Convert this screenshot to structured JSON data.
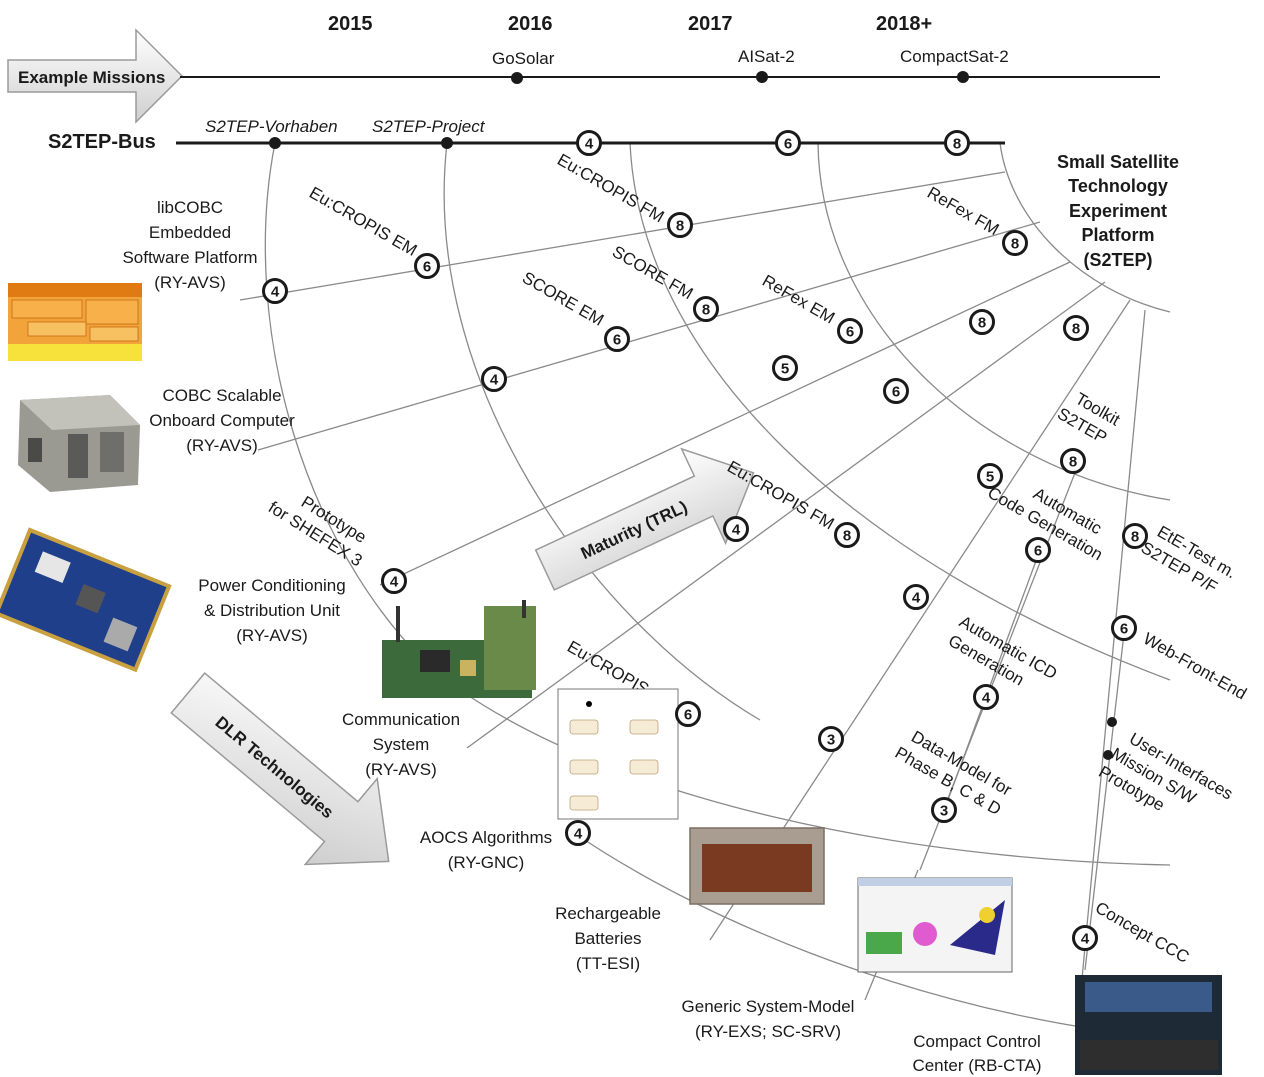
{
  "timeline": {
    "years": [
      "2015",
      "2016",
      "2017",
      "2018+"
    ],
    "example_missions_label": "Example Missions",
    "missions": [
      "GoSolar",
      "AISat-2",
      "CompactSat-2"
    ],
    "bus_label": "S2TEP-Bus",
    "bus_milestones": [
      "S2TEP-Vorhaben",
      "S2TEP-Project"
    ]
  },
  "platform": {
    "lines": [
      "Small Satellite",
      "Technology",
      "Experiment",
      "Platform",
      "(S2TEP)"
    ]
  },
  "arrows": {
    "maturity": "Maturity (TRL)",
    "dlr": "DLR Technologies"
  },
  "technologies": {
    "libcobc": [
      "libCOBC",
      "Embedded",
      "Software Platform",
      "(RY-AVS)"
    ],
    "cobc": [
      "COBC Scalable",
      "Onboard Computer",
      "(RY-AVS)"
    ],
    "prototype": [
      "Prototype",
      "for SHEFEX 3"
    ],
    "pcdu": [
      "Power Conditioning",
      "& Distribution Unit",
      "(RY-AVS)"
    ],
    "comm": [
      "Communication",
      "System",
      "(RY-AVS)"
    ],
    "aocs": [
      "AOCS Algorithms",
      "(RY-GNC)"
    ],
    "batteries": [
      "Rechargeable",
      "Batteries",
      "(TT-ESI)"
    ],
    "sysmodel": [
      "Generic System-Model",
      "(RY-EXS; SC-SRV)"
    ],
    "ccc": [
      "Compact Control",
      "Center (RB-CTA)"
    ]
  },
  "software_tools": {
    "toolkit": [
      "Toolkit",
      "S2TEP"
    ],
    "autocode": [
      "Automatic",
      "Code Generation"
    ],
    "ete": [
      "EtE-Test m.",
      "S2TEP P/F"
    ],
    "webfront": "Web-Front-End",
    "autoicd": [
      "Automatic ICD",
      "Generation"
    ],
    "datamodel": [
      "Data-Model for",
      "Phase B, C & D"
    ],
    "ui": [
      "User-Interfaces",
      "Mission S/W",
      "Prototype"
    ],
    "concept": "Concept CCC"
  },
  "nodes": [
    {
      "id": "bus-4",
      "label": "4"
    },
    {
      "id": "bus-6",
      "label": "6"
    },
    {
      "id": "bus-8",
      "label": "8"
    },
    {
      "id": "eucropis-em-1",
      "label": "6",
      "text": "Eu:CROPIS EM"
    },
    {
      "id": "eucropis-fm-1",
      "label": "8",
      "text": "Eu:CROPIS FM"
    },
    {
      "id": "libcobc-4",
      "label": "4"
    },
    {
      "id": "score-em",
      "label": "6",
      "text": "SCORE EM"
    },
    {
      "id": "score-fm",
      "label": "8",
      "text": "SCORE FM"
    },
    {
      "id": "refex-em",
      "label": "6",
      "text": "ReFex EM"
    },
    {
      "id": "refex-fm",
      "label": "8",
      "text": "ReFex FM"
    },
    {
      "id": "cobc-4",
      "label": "4"
    },
    {
      "id": "cobc-5",
      "label": "5"
    },
    {
      "id": "sw-8a",
      "label": "8"
    },
    {
      "id": "sw-8b",
      "label": "8"
    },
    {
      "id": "sw-6a",
      "label": "6"
    },
    {
      "id": "toolkit-8",
      "label": "8"
    },
    {
      "id": "autocode-5",
      "label": "5"
    },
    {
      "id": "autocode-6",
      "label": "6"
    },
    {
      "id": "ete-8",
      "label": "8"
    },
    {
      "id": "pcdu-4",
      "label": "4"
    },
    {
      "id": "pcdu-4b",
      "label": "4"
    },
    {
      "id": "eucropis-fm-2",
      "label": "8",
      "text": "Eu:CROPIS FM"
    },
    {
      "id": "batt-4",
      "label": "4"
    },
    {
      "id": "web-6",
      "label": "6"
    },
    {
      "id": "icd-4",
      "label": "4"
    },
    {
      "id": "eucropis-em-2",
      "label": "6",
      "text": "Eu:CROPIS EM"
    },
    {
      "id": "batt-3",
      "label": "3"
    },
    {
      "id": "dm-3",
      "label": "3"
    },
    {
      "id": "aocs-4",
      "label": "4"
    },
    {
      "id": "ccc-4",
      "label": "4"
    }
  ],
  "colors": {
    "line": "#7a7a7a",
    "bus": "#1a1a1a",
    "arrow_fill_start": "#ffffff",
    "arrow_fill_end": "#d4d4d4"
  }
}
